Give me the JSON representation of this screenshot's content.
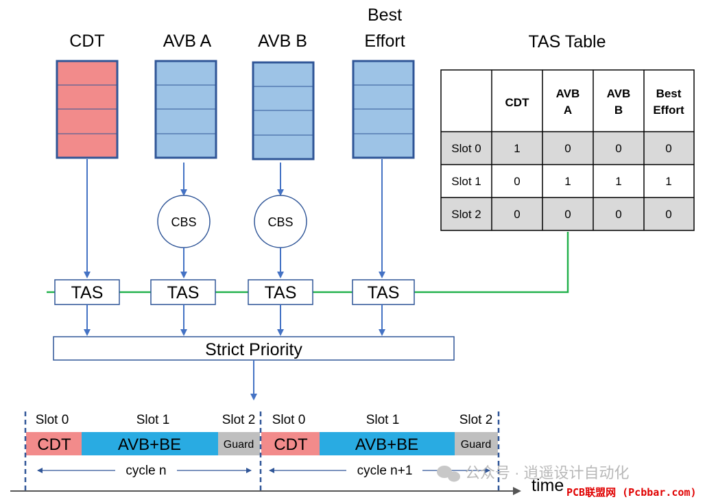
{
  "queues": [
    {
      "label": "CDT",
      "color": "#f28b8b",
      "shaper": ""
    },
    {
      "label": "AVB A",
      "color": "#9dc3e6",
      "shaper": "CBS"
    },
    {
      "label": "AVB B",
      "color": "#9dc3e6",
      "shaper": "CBS"
    },
    {
      "label_line1": "Best",
      "label_line2": "Effort",
      "color": "#9dc3e6",
      "shaper": ""
    }
  ],
  "gate_label": "TAS",
  "scheduler_label": "Strict Priority",
  "tas_table": {
    "title": "TAS Table",
    "headers": [
      "",
      "CDT",
      "AVB\nA",
      "AVB\nB",
      "Best\nEffort"
    ],
    "rows": [
      [
        "Slot 0",
        "1",
        "0",
        "0",
        "0"
      ],
      [
        "Slot 1",
        "0",
        "1",
        "1",
        "1"
      ],
      [
        "Slot 2",
        "0",
        "0",
        "0",
        "0"
      ]
    ]
  },
  "timeline": {
    "slot_labels": [
      "Slot 0",
      "Slot 1",
      "Slot 2",
      "Slot 0",
      "Slot 1",
      "Slot 2"
    ],
    "segments": [
      "CDT",
      "AVB+BE",
      "Guard",
      "CDT",
      "AVB+BE",
      "Guard"
    ],
    "cycles": [
      "cycle n",
      "cycle n+1"
    ],
    "axis_label": "time"
  },
  "colors": {
    "cdt": "#f28b8b",
    "avb": "#9dc3e6",
    "segment_cdt": "#f28b8b",
    "segment_avb_be": "#29abe2",
    "segment_guard": "#bfbfbf",
    "arrow": "#4472c4",
    "gate_line": "#22b14c",
    "table_shade": "#d9d9d9"
  },
  "watermark": {
    "text": "公众号 · 逍遥设计自动化",
    "site": "PCB联盟网 (Pcbbar.com)"
  }
}
